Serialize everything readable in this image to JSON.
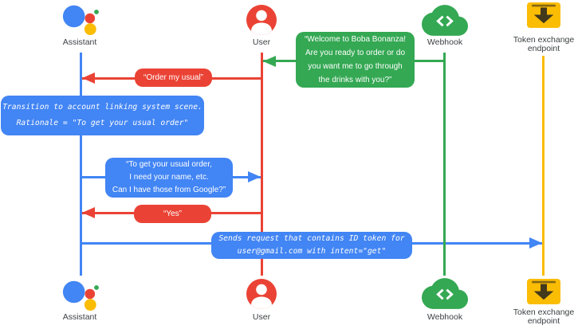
{
  "diagram_type": "sequence-diagram",
  "colors": {
    "blue": "#4285F4",
    "red": "#EA4335",
    "green": "#34A853",
    "yellow": "#FBBC04",
    "label": "#3C4043"
  },
  "icons": {
    "assistant": "google-assistant-logo",
    "user": "person-circle",
    "webhook": "cloud-code-brackets",
    "token_endpoint": "token-box-down-arrow"
  },
  "actors": {
    "assistant": {
      "label": "Assistant"
    },
    "user": {
      "label": "User"
    },
    "webhook": {
      "label": "Webhook"
    },
    "token_endpoint": {
      "label": "Token exchange endpoint"
    }
  },
  "messages": {
    "welcome": {
      "text": "“Welcome to Boba Bonanza!\nAre you ready to order or do\nyou want me to go through\nthe drinks with you?”"
    },
    "order_usual": {
      "text": "“Order my usual”"
    },
    "transition_note": {
      "text": "Transition to account linking system scene.\nRationale = \"To get your usual order\""
    },
    "ask_details": {
      "text": "“To get your usual order,\nI need your name, etc.\nCan I have those from Google?”"
    },
    "yes": {
      "text": "“Yes”"
    },
    "sends_request": {
      "text": "Sends request that contains ID token for\nuser@gmail.com with intent=\"get\""
    }
  }
}
